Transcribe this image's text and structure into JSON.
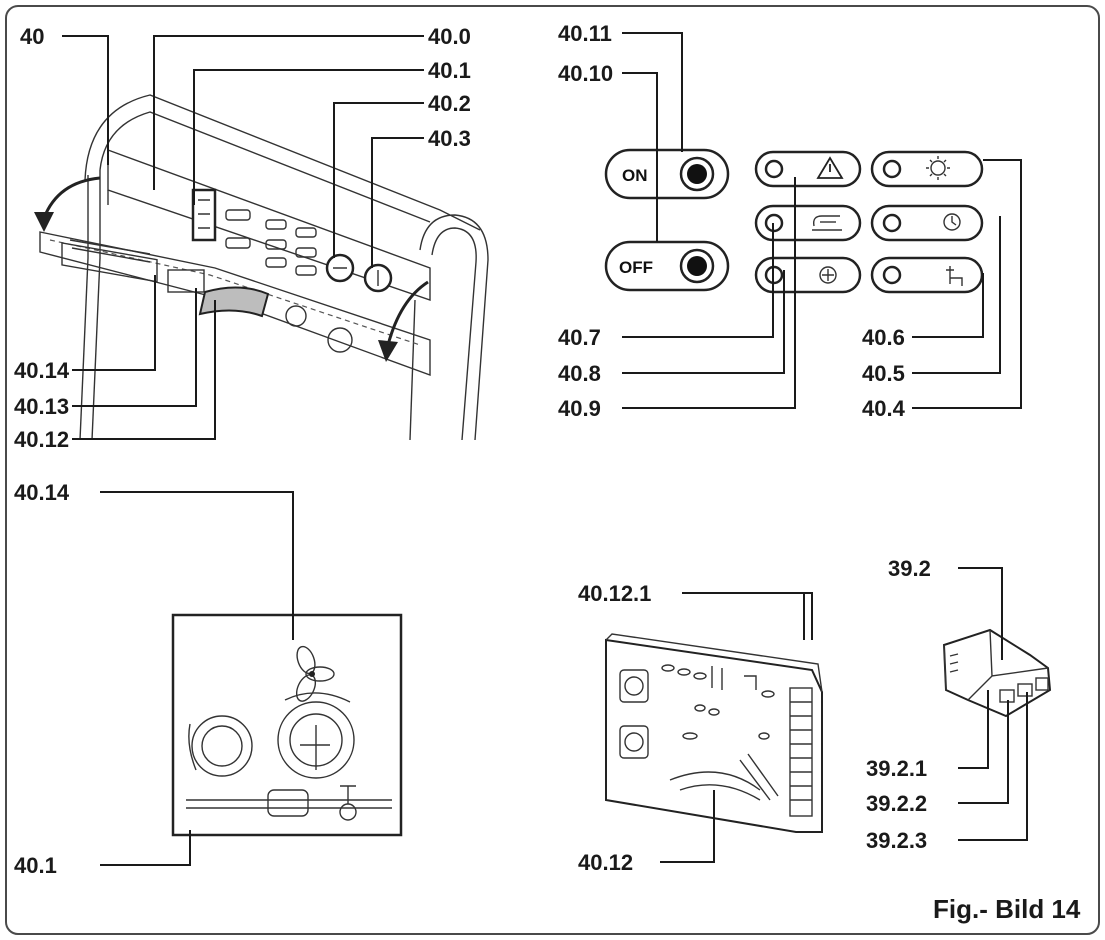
{
  "colors": {
    "ink": "#1a1a1a",
    "background": "#ffffff",
    "frame": "#4a4a4a"
  },
  "caption": "Fig.- Bild 14",
  "panel_buttons": {
    "on": "ON",
    "off": "OFF"
  },
  "labels": {
    "l40": "40",
    "l40_0": "40.0",
    "l40_1": "40.1",
    "l40_2": "40.2",
    "l40_3": "40.3",
    "l40_11": "40.11",
    "l40_10": "40.10",
    "l40_14a": "40.14",
    "l40_13": "40.13",
    "l40_12a": "40.12",
    "l40_7": "40.7",
    "l40_8": "40.8",
    "l40_9": "40.9",
    "l40_6": "40.6",
    "l40_5": "40.5",
    "l40_4": "40.4",
    "l40_14b": "40.14",
    "l40_1b": "40.1",
    "l40_12_1": "40.12.1",
    "l40_12b": "40.12",
    "l39_2": "39.2",
    "l39_2_1": "39.2.1",
    "l39_2_2": "39.2.2",
    "l39_2_3": "39.2.3"
  },
  "icons": [
    "warning-triangle-icon",
    "heating-water-icon",
    "fan-icon",
    "sun-icon",
    "clock-icon",
    "tap-icon"
  ]
}
